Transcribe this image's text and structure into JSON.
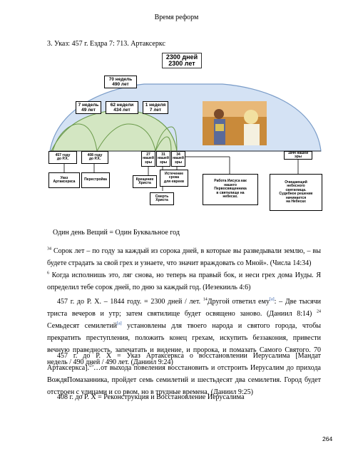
{
  "header": {
    "title": "Время реформ"
  },
  "heading": "3. Указ: 457 г. Ездра 7: 713. Артаксеркс",
  "diagram": {
    "top": {
      "line1": "2300 дней",
      "line2": "2300 лет"
    },
    "weeks70": {
      "line1": "70 недель",
      "line2": "490 лет"
    },
    "weeks7": {
      "line1": "7 недель",
      "line2": "49 лет"
    },
    "weeks62": {
      "line1": "62 недели",
      "line2": "434 лет"
    },
    "week1": {
      "line1": "1 неделя",
      "line2": "7 лет"
    },
    "y457": {
      "line1": "457 году",
      "line2": "до Р.Х."
    },
    "y408": {
      "line1": "408 году",
      "line2": "до Р.Х."
    },
    "y27": {
      "line1": "27",
      "line2": "нашей",
      "line3": "эры"
    },
    "y31": {
      "line1": "31",
      "line2": "нашей",
      "line3": "эры"
    },
    "y34": {
      "line1": "34",
      "line2": "нашей",
      "line3": "эры"
    },
    "y1844": {
      "line1": "1844 нашей",
      "line2": "эры"
    },
    "decree": {
      "line1": "Указ",
      "line2": "Артаксеркса"
    },
    "rebuild": "Перестройка",
    "baptism": {
      "line1": "Крещение",
      "line2": "Христа"
    },
    "expiry": {
      "line1": "Истечение",
      "line2": "срока",
      "line3": "для евреев"
    },
    "death": {
      "line1": "Смерть",
      "line2": "Христа"
    },
    "priest": {
      "line1": "Работа Иисуса как",
      "line2": "нашего",
      "line3": "Первосвященника",
      "line4": "в святилище на",
      "line5": "небесах."
    },
    "cleansing": {
      "line1": "Очищающий",
      "line2": "небесного",
      "line3": "святилища.",
      "line4": "Судебное решение",
      "line5": "начинается",
      "line6": "на Небесах"
    }
  },
  "body": {
    "day_year": "Один день Вещий = Один Буквальное год",
    "p1_verse": "34",
    "p1_text": " Сорок лет – по году за каждый из сорока дней, в которые вы разведывали землю, – вы будете страдать за свой грех и узнаете, что значит враждовать со Мной». (Числа 14:34)",
    "p2_verse": "6",
    "p2_text": " Когда исполнишь это, ляг снова, но теперь на правый бок, и неси грех дома Иуды. Я определил тебе сорок дней, по дню за каждый год. (Иезекииль 4:6)",
    "p3_a": "457 г. до Р. Х. – 1844 году. = 2300 дней / лет. ",
    "p3_v14": "14",
    "p3_b": "Другой ответил ему",
    "p3_fa": "[a]",
    "p3_c": ": – Две тысячи триста вечеров и утр; затем святилище будет освящено заново. (Даниил 8:14) ",
    "p3_v24": "24",
    "p3_d": " Семьдесят семилетий",
    "p3_fa2": "[a]",
    "p3_e": " установлены для твоего народа и святого города, чтобы прекратить преступления, положить конец грехам, искупить беззакония, привести вечную праведность, запечатать и видение, и пророка, и помазать Самого Святого. 70 недель / 490 дней / 490 лет. (Даниил 9:24)",
    "p4_a": "457 г. до Р. Х = Указ Артаксеркса о восстановлении Иерусалима [Мандат Артаксеркса].",
    "p4_v25": "25",
    "p4_b": "…от выхода повеления восстановить и отстроить Иерусалим до прихода ВождяПомазанника, пройдет семь семилетий и шестьдесят два семилетия. Город будет отстроен с улицами и со рвом, но в трудные времена. (Даниил 9:25)",
    "p5": "408 г. до Р. Х = Реконструкция и Восстановление Иерусалима"
  },
  "page_number": "264"
}
